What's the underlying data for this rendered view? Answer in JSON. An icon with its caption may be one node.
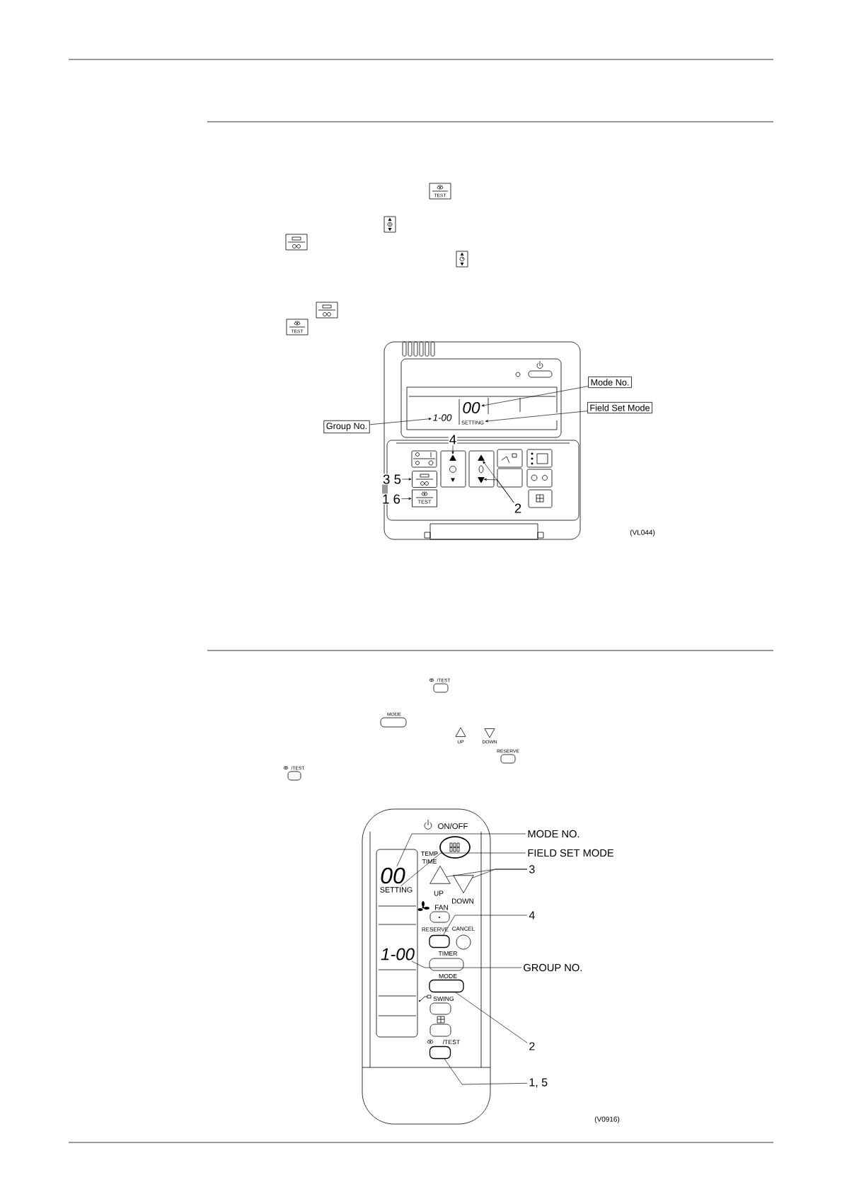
{
  "diagram": {
    "nodes": [
      {
        "text": [
          "Mode No."
        ]
      },
      {
        "text": [
          "00"
        ]
      },
      {
        "text": [
          "SETTING"
        ]
      },
      {
        "text": [
          "Field Set Mode"
        ]
      },
      {
        "text": [
          "Group No."
        ]
      },
      {
        "text": [
          "1-00"
        ]
      },
      {
        "text": [
          "4"
        ]
      },
      {
        "text": [],
        "shape": "triangle"
      },
      {
        "text": [
          "3 5"
        ]
      },
      {
        "text": [],
        "shape": "box"
      },
      {
        "text": [
          "1 6"
        ]
      },
      {
        "text": [
          "TEST"
        ]
      },
      {
        "text": [],
        "shape": "triangle"
      },
      {
        "text": [],
        "shape": "triangle"
      },
      {
        "text": [
          "2"
        ]
      },
      {
        "text": [
          "MODE NO."
        ]
      },
      {
        "text": [
          "00"
        ]
      },
      {
        "text": [
          "FIELD SET MODE"
        ]
      },
      {
        "text": [
          "SETTING"
        ]
      },
      {
        "text": [
          "3"
        ]
      },
      {
        "text": [],
        "shape": "triangle"
      },
      {
        "text": [],
        "shape": "triangle"
      },
      {
        "text": [
          "4"
        ]
      },
      {
        "text": [],
        "shape": "box"
      },
      {
        "text": [
          "GROUP NO."
        ]
      },
      {
        "text": [
          "1-00"
        ]
      },
      {
        "text": [
          "2"
        ]
      },
      {
        "text": [],
        "shape": "box"
      },
      {
        "text": [
          "1, 5"
        ]
      },
      {
        "text": [],
        "shape": "box"
      }
    ],
    "edges": [
      {
        "from": 0,
        "to": 1,
        "arrow": "to"
      },
      {
        "from": 3,
        "to": 2,
        "arrow": "to"
      },
      {
        "from": 4,
        "to": 5,
        "arrow": "to"
      },
      {
        "from": 6,
        "to": 7,
        "arrow": "to"
      },
      {
        "from": 8,
        "to": 9,
        "arrow": "to"
      },
      {
        "from": 10,
        "to": 11,
        "arrow": "to"
      },
      {
        "from": 14,
        "to": 12,
        "arrow": "to"
      },
      {
        "from": 14,
        "to": 13,
        "arrow": "to"
      },
      {
        "from": 15,
        "to": 16,
        "arrow": "none"
      },
      {
        "from": 17,
        "to": 18,
        "arrow": "none"
      },
      {
        "from": 19,
        "to": 20,
        "arrow": "none"
      },
      {
        "from": 19,
        "to": 21,
        "arrow": "none"
      },
      {
        "from": 22,
        "to": 23,
        "arrow": "none"
      },
      {
        "from": 24,
        "to": 25,
        "arrow": "none"
      },
      {
        "from": 26,
        "to": 27,
        "arrow": "none"
      },
      {
        "from": 28,
        "to": 29,
        "arrow": "none"
      }
    ],
    "labels": [
      "TEST",
      "TEST",
      "/TEST",
      "MODE",
      "UP",
      "DOWN",
      "RESERVE",
      "/TEST",
      "(VL044)",
      "ON/OFF",
      "TEMP",
      "TIME",
      "UP",
      "DOWN",
      "FAN",
      "RESERVE",
      "CANCEL",
      "TIMER",
      "MODE",
      "SWING",
      "/TEST",
      "(V0916)"
    ]
  }
}
